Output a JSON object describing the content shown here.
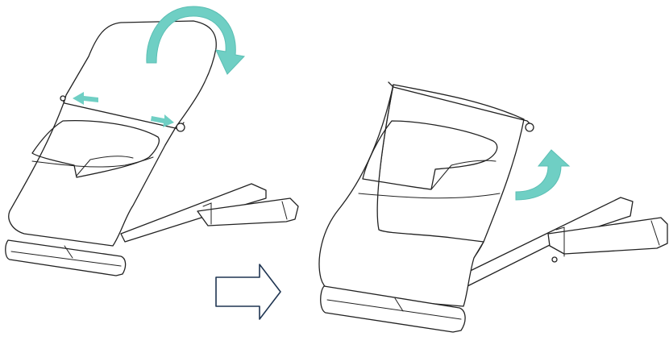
{
  "figure": {
    "kind": "instruction-illustration",
    "accent_color": "#6fcfc4",
    "line_color": "#222222",
    "steps": [
      {
        "id": "step-before",
        "annotations": [
          "rotate-over-arrow",
          "slide-left-arrow",
          "slide-right-arrow"
        ]
      },
      {
        "id": "step-after",
        "annotations": [
          "rotate-up-arrow"
        ]
      }
    ],
    "transition_icon": "outline-right-arrow-icon"
  }
}
